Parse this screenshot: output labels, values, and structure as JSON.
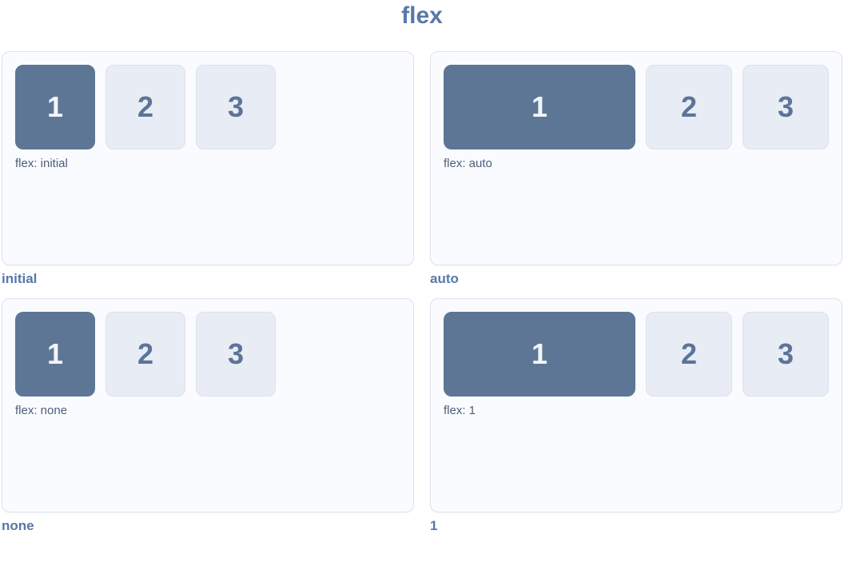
{
  "page": {
    "title": "flex"
  },
  "colors": {
    "accent": "#5878a8",
    "label": "#4d5e7b",
    "box1_bg": "#5d7696",
    "box1_text": "#f2f5f9",
    "box_bg": "#e8ecf4",
    "box_border": "#dae1ee",
    "box_text": "#5d7499",
    "panel_bg": "#fafbfe",
    "panel_border": "#dde3ee",
    "page_bg": "#ffffff"
  },
  "panels": [
    {
      "caption": "initial",
      "label": "flex: initial",
      "layout": "fixed",
      "items": [
        "1",
        "2",
        "3"
      ]
    },
    {
      "caption": "auto",
      "label": "flex: auto",
      "layout": "grow",
      "items": [
        "1",
        "2",
        "3"
      ]
    },
    {
      "caption": "none",
      "label": "flex: none",
      "layout": "fixed",
      "items": [
        "1",
        "2",
        "3"
      ]
    },
    {
      "caption": "1",
      "label": "flex: 1",
      "layout": "grow",
      "items": [
        "1",
        "2",
        "3"
      ]
    }
  ]
}
